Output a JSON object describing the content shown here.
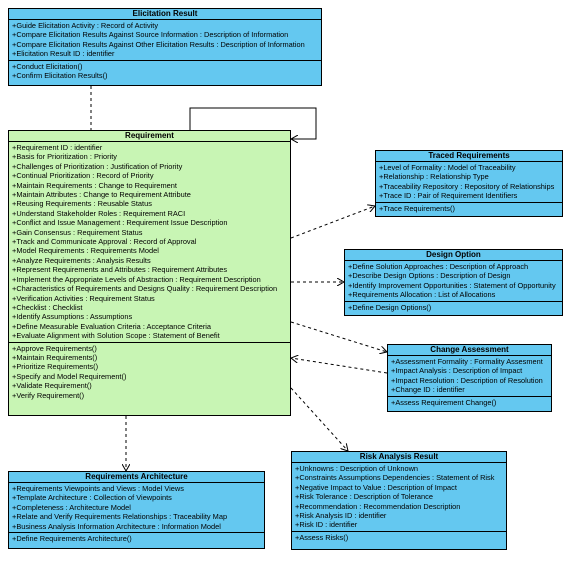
{
  "elicitation_result": {
    "title": "Elicitation Result",
    "attributes": [
      "+Guide Elicitation Activity : Record of Activity",
      "+Compare Elicitation Results Against Source Information : Description of Information",
      "+Compare Elicitation Results Against Other Elicitation Results : Description of Information",
      "+Elicitation Result ID : identifier"
    ],
    "operations": [
      "+Conduct Elicitation()",
      "+Confirm Elicitation Results()"
    ]
  },
  "requirement": {
    "title": "Requirement",
    "attributes": [
      "+Requirement ID : identifier",
      "+Basis for Prioritization : Priority",
      "+Challenges of Prioritization : Justification of Priority",
      "+Continual Prioritization : Record of Priority",
      "+Maintain Requirements : Change to Requirement",
      "+Maintain Attributes : Change to Requirement Attribute",
      "+Reusing Requirements : Reusable Status",
      "+Understand Stakeholder Roles : Requirement RACI",
      "+Conflict and Issue Management : Requirement Issue Description",
      "+Gain Consensus : Requirement Status",
      "+Track and Communicate Approval : Record of Approval",
      "+Model Requirements : Requirements Model",
      "+Analyze Requirements : Analysis Results",
      "+Represent Requirements and Attributes : Requirement Attributes",
      "+Implement the Appropriate Levels of Abstraction : Requirement Description",
      "+Characteristics of Requirements and Designs Quality : Requirement Description",
      "+Verification Activities : Requirement Status",
      "+Checklist : Checklist",
      "+Identify Assumptions : Assumptions",
      "+Define Measurable Evaluation Criteria : Acceptance Criteria",
      "+Evaluate Alignment with Solution Scope : Statement of Benefit"
    ],
    "operations": [
      "+Approve Requirements()",
      "+Maintain Requirements()",
      "+Prioritize Requirements()",
      "+Specify and Model Requirement()",
      "+Validate Requirement()",
      "+Verify Requirement()"
    ]
  },
  "traced_requirements": {
    "title": "Traced Requirements",
    "attributes": [
      "+Level of Formality : Model of Traceability",
      "+Relationship : Relationship Type",
      "+Traceability Repository : Repository of Relationships",
      "+Trace ID : Pair of Requirement Identifiers"
    ],
    "operations": [
      "+Trace Requirements()"
    ]
  },
  "design_option": {
    "title": "Design Option",
    "attributes": [
      "+Define Solution Approaches : Description of Approach",
      "+Describe Design Options : Description of Design",
      "+Identify Improvement Opportunities : Statement of Opportunity",
      "+Requirements Allocation : List of Allocations"
    ],
    "operations": [
      "+Define Design Options()"
    ]
  },
  "change_assessment": {
    "title": "Change Assessment",
    "attributes": [
      "+Assessment Formality : Formality Assesment",
      "+Impact Analysis : Description of Impact",
      "+Impact Resolution : Description of Resolution",
      "+Change ID : identifier"
    ],
    "operations": [
      "+Assess Requirement Change()"
    ]
  },
  "risk_analysis_result": {
    "title": "Risk Analysis Result",
    "attributes": [
      "+Unknowns : Description of Unknown",
      "+Constraints Assumptions Dependencies : Statement of Risk",
      "+Negative Impact to Value : Description of Impact",
      "+Risk Tolerance : Description of Tolerance",
      "+Recommendation : Recommendation Description",
      "+Risk Analysis ID : identifier",
      "+Risk ID : identifier"
    ],
    "operations": [
      "+Assess Risks()"
    ]
  },
  "requirements_architecture": {
    "title": "Requirements Architecture",
    "attributes": [
      "+Requirements Viewpoints and Views : Model Views",
      "+Template Architecture : Collection of Viewpoints",
      "+Completeness : Architecture Model",
      "+Relate and Verify Requirements Relationships : Traceability Map",
      "+Business Analysis Information Architecture : Information Model"
    ],
    "operations": [
      "+Define Requirements Architecture()"
    ]
  }
}
